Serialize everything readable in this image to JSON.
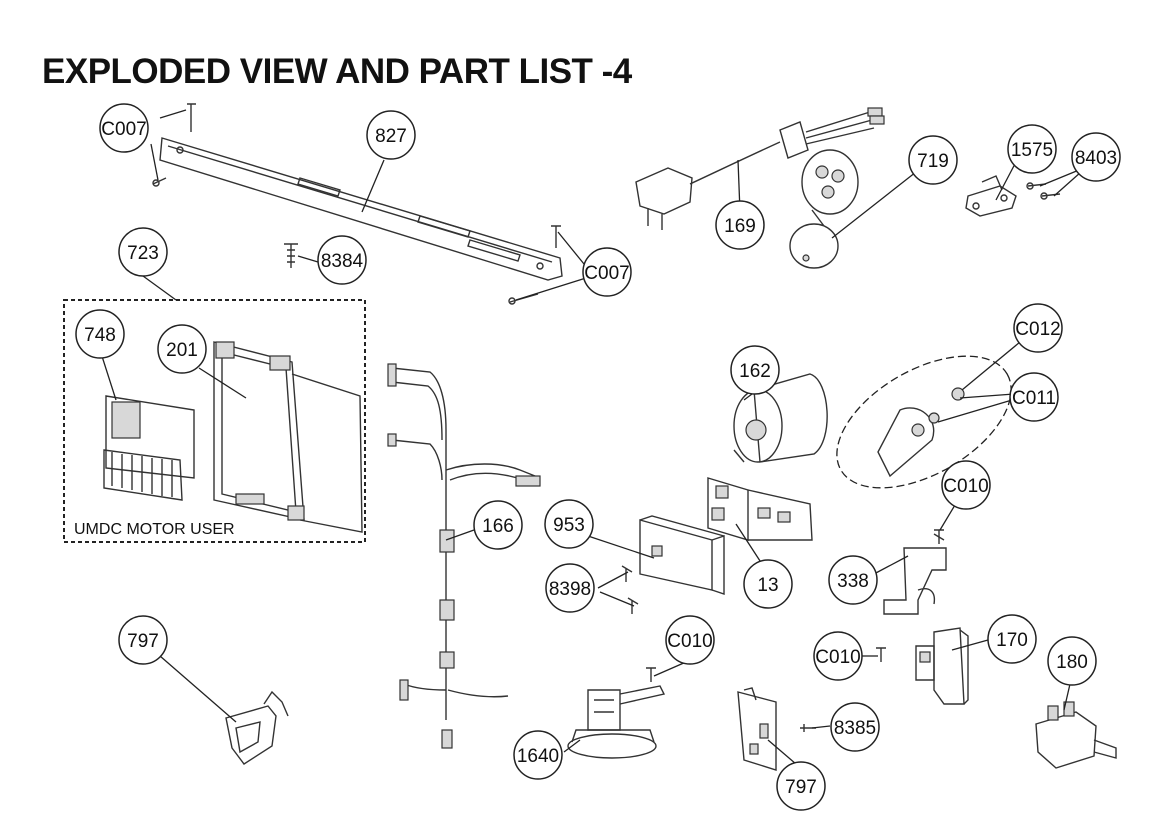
{
  "title": "EXPLODED VIEW AND PART LIST -4",
  "group_box_label": "UMDC MOTOR USER",
  "callouts": {
    "c007_top": "C007",
    "p827": "827",
    "p169": "169",
    "p719": "719",
    "p1575": "1575",
    "p8403": "8403",
    "p723": "723",
    "p8384": "8384",
    "c007_right": "C007",
    "p748": "748",
    "p201": "201",
    "p162": "162",
    "c012": "C012",
    "c011": "C011",
    "p166": "166",
    "p953": "953",
    "c010_a": "C010",
    "p8398": "8398",
    "p13": "13",
    "p338": "338",
    "p797_left": "797",
    "c010_b": "C010",
    "p170": "170",
    "c010_c": "C010",
    "p180": "180",
    "p8385": "8385",
    "p1640": "1640",
    "p797_bottom": "797"
  }
}
